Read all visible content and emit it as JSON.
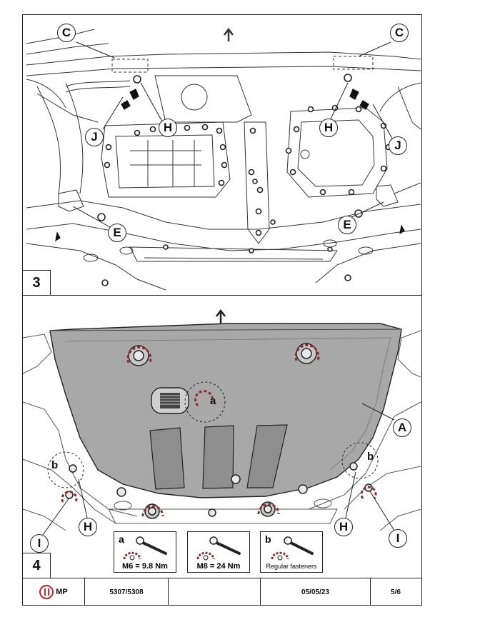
{
  "step3": {
    "number": "3",
    "callouts": {
      "c_left": "C",
      "c_right": "C",
      "h_left": "H",
      "h_right": "H",
      "j_left": "J",
      "j_right": "J",
      "e_left": "E",
      "e_right": "E"
    }
  },
  "step4": {
    "number": "4",
    "callouts": {
      "a": "A",
      "h_left": "H",
      "h_right": "H",
      "i_left": "I",
      "i_right": "I"
    },
    "detail_letters": {
      "a": "a",
      "b_left": "b",
      "b_right": "b"
    },
    "torque": [
      {
        "letter": "a",
        "value": "M6 =  9.8 Nm"
      },
      {
        "letter": "",
        "value": "M8 =  24  Nm"
      },
      {
        "letter": "b",
        "value": "Regular fasteners"
      }
    ]
  },
  "footer": {
    "logo": "MP",
    "part_number": "5307/5308",
    "blank": "",
    "date": "05/05/23",
    "page": "5/6"
  },
  "colors": {
    "plate": "#a8a8a8",
    "arrow": "#8b2e2a",
    "line": "#222222",
    "logo": "#c0282d"
  }
}
